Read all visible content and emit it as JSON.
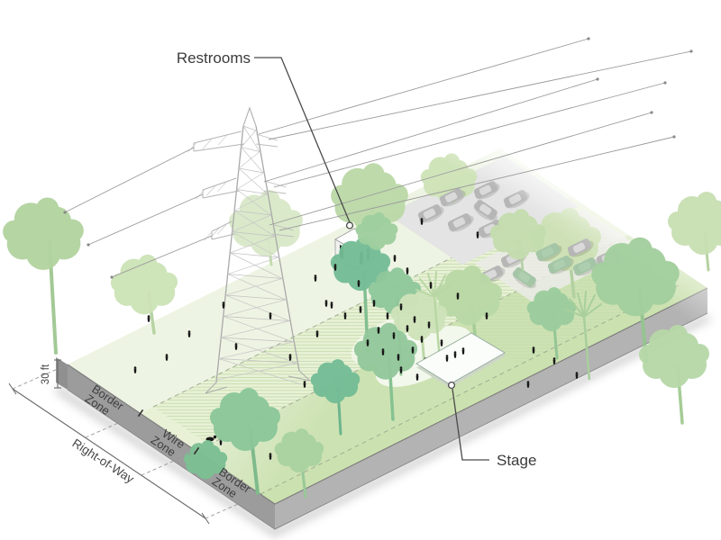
{
  "labels": {
    "restrooms": "Restrooms",
    "stage": "Stage",
    "height": "30 ft",
    "right_of_way": "Right-of-Way",
    "border_zone_left": {
      "line1": "Border",
      "line2": "Zone"
    },
    "wire_zone": {
      "line1": "Wire",
      "line2": "Zone"
    },
    "border_zone_right": {
      "line1": "Border",
      "line2": "Zone"
    }
  },
  "colors": {
    "ground": "#e9f1da",
    "ground_front": "#cde3b2",
    "slab_left": "#9c9c9c",
    "slab_right": "#b3b3b3",
    "parking": "#e3e4e3",
    "hatch": "#c7dcae",
    "dashed_boundary": "#a2ad93",
    "tree_pale": "#d3e5bc",
    "tree_light": "#b6d7a4",
    "tree_medium": "#93c89b",
    "tree_teal": "#74bd96",
    "tower": "#b3b3b3",
    "wire": "#9b9b9b",
    "label_text": "#3b3b3b",
    "dimension": "#6a6a6a",
    "people": "#181818",
    "car": "#b6b6b6"
  },
  "scene": {
    "elements": [
      "right-of-way-corridor",
      "transmission-tower",
      "power-lines",
      "wire-zone-hatching",
      "border-zones",
      "parking-lot",
      "cars",
      "crowd",
      "stage-platform",
      "restrooms-building",
      "trees",
      "dimension-lines"
    ]
  }
}
